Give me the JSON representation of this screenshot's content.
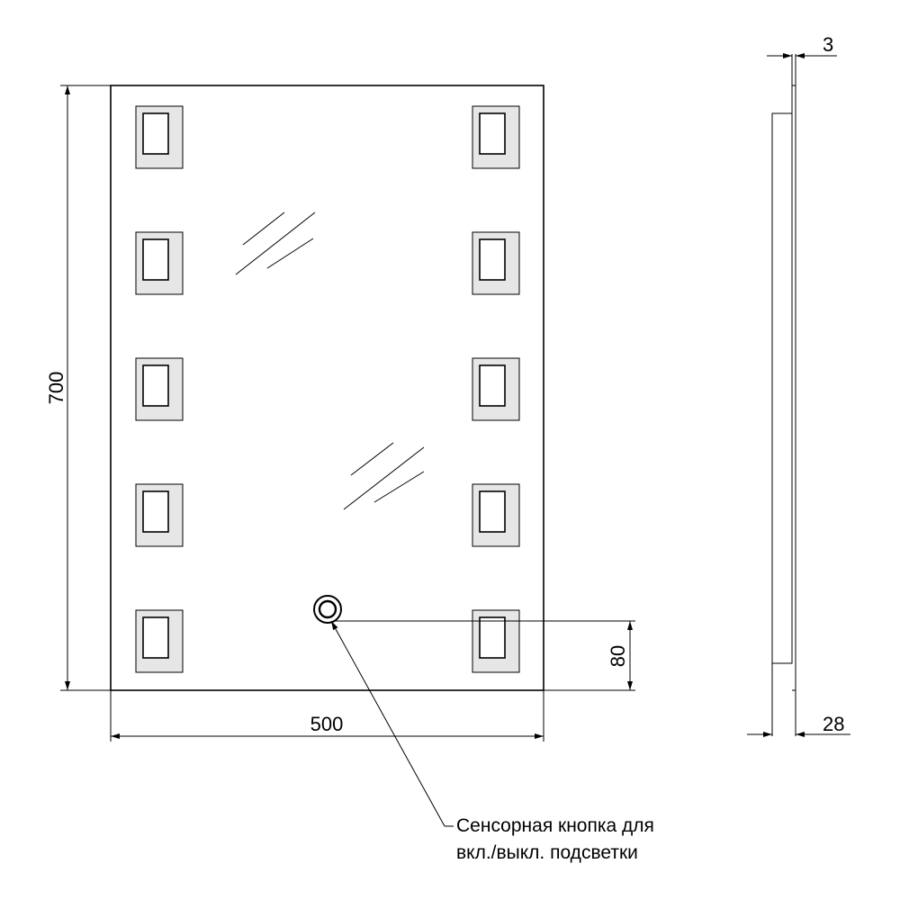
{
  "dimensions": {
    "height": "700",
    "width": "500",
    "button_offset": "80",
    "glass_thickness": "3",
    "depth": "28"
  },
  "callout": {
    "line1": "Сенсорная кнопка для",
    "line2": "вкл./выкл. подсветки"
  },
  "lamps": {
    "left_column": 5,
    "right_column": 5
  }
}
